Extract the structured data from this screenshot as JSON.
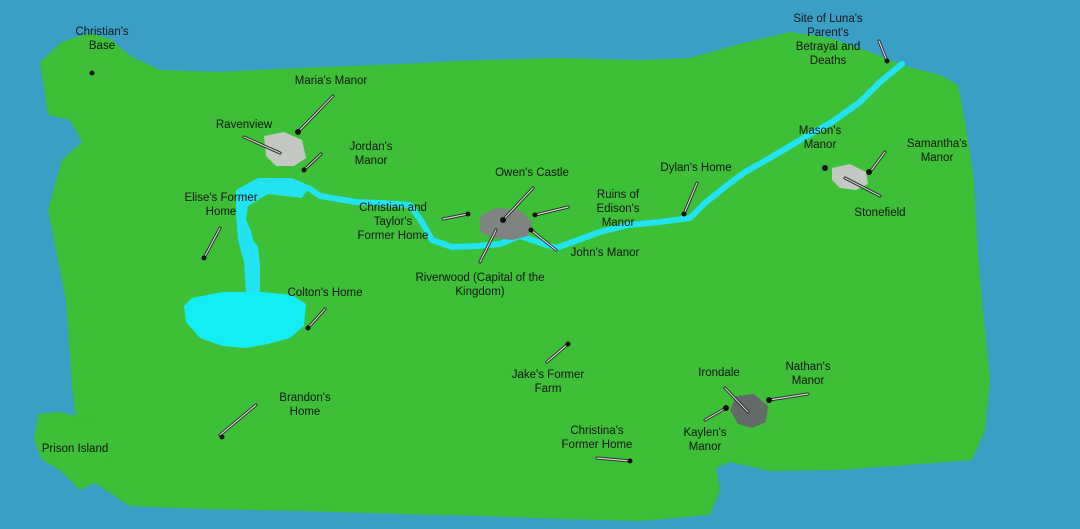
{
  "colors": {
    "sea": "#3a9fc4",
    "land": "#3dbf37",
    "river": "#22e3f2",
    "lake": "#12eef4",
    "town_light": "#c4c8c2",
    "town_mid": "#7f8480",
    "town_dark": "#64696a",
    "pin": "#111111",
    "leader": "#d8d8d8"
  },
  "labels": {
    "christians_base": "Christian's\nBase",
    "marias_manor": "Maria's Manor",
    "ravenview": "Ravenview",
    "jordans_manor": "Jordan's\nManor",
    "elises_former_home": "Elise's Former\nHome",
    "christian_taylor_home": "Christian and\nTaylor's\nFormer Home",
    "owens_castle": "Owen's Castle",
    "ruins_of_edisons_manor": "Ruins of\nEdison's\nManor",
    "johns_manor": "John's Manor",
    "riverwood": "Riverwood (Capital of the\nKingdom)",
    "dylans_home": "Dylan's Home",
    "site_of_lunas_parents": "Site of Luna's\nParent's\nBetrayal and\nDeaths",
    "masons_manor": "Mason's\nManor",
    "samanthas_manor": "Samantha's\nManor",
    "stonefield": "Stonefield",
    "coltons_home": "Colton's Home",
    "brandons_home": "Brandon's\nHome",
    "jakes_former_farm": "Jake's Former\nFarm",
    "irondale": "Irondale",
    "nathans_manor": "Nathan's\nManor",
    "kaylens_manor": "Kaylen's\nManor",
    "christinas_former_home": "Christina's\nFormer Home",
    "prison_island": "Prison Island"
  }
}
